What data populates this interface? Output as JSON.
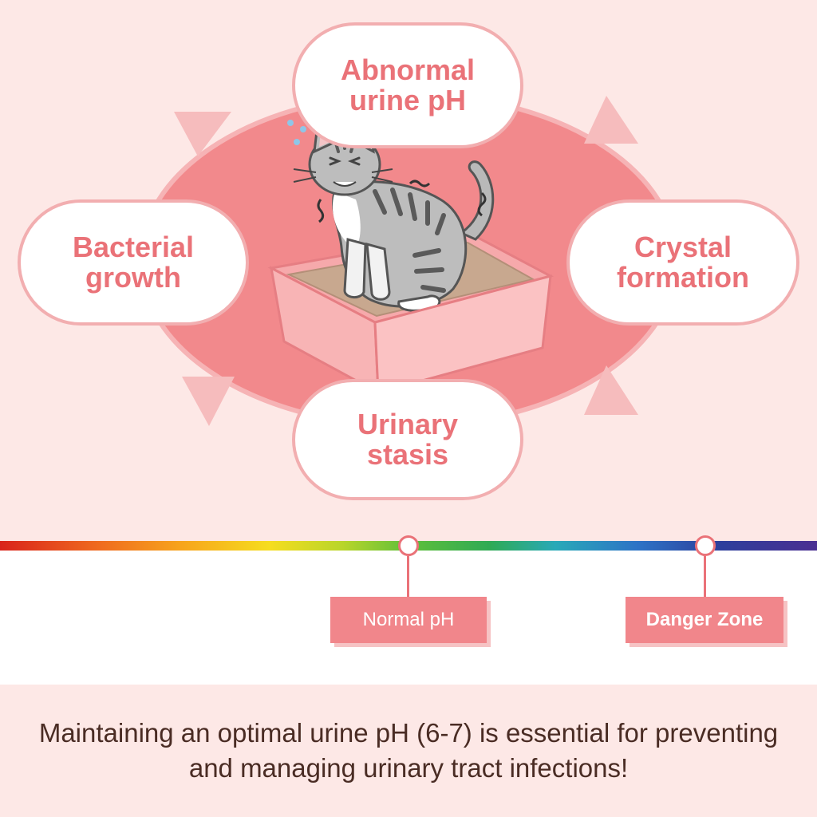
{
  "diagram": {
    "nodes": {
      "top": "Abnormal\nurine pH",
      "right": "Crystal\nformation",
      "bottom": "Urinary\nstasis",
      "left": "Bacterial\ngrowth"
    },
    "colors": {
      "background": "#fde8e6",
      "ring": "#f2898c",
      "node_border": "#f2aeb0",
      "node_text": "#ea7278",
      "arrow": "#f6bcbd"
    }
  },
  "scale": {
    "normal_label": "Normal pH",
    "danger_label": "Danger Zone",
    "tag_color": "#f1868b"
  },
  "footer": {
    "message": "Maintaining an optimal urine pH (6-7) is essential for preventing and managing urinary tract infections!"
  }
}
